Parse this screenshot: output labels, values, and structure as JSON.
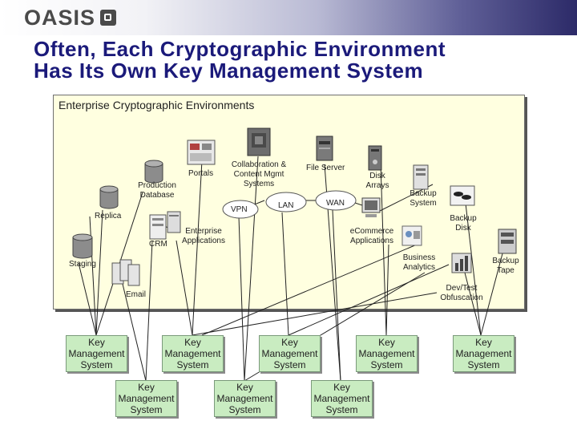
{
  "header": {
    "logo_text": "OASIS"
  },
  "title": {
    "line1": "Often, Each Cryptographic Environment",
    "line2": "Has Its Own Key Management System"
  },
  "environment": {
    "title": "Enterprise Cryptographic Environments",
    "labels": {
      "portals": "Portals",
      "collab_1": "Collaboration &",
      "collab_2": "Content Mgmt",
      "collab_3": "Systems",
      "file_server": "File Server",
      "disk_arrays_1": "Disk",
      "disk_arrays_2": "Arrays",
      "production_db_1": "Production",
      "production_db_2": "Database",
      "backup_system_1": "Backup",
      "backup_system_2": "System",
      "vpn": "VPN",
      "lan": "LAN",
      "wan": "WAN",
      "replica": "Replica",
      "backup_disk_1": "Backup",
      "backup_disk_2": "Disk",
      "enterprise_apps_1": "Enterprise",
      "enterprise_apps_2": "Applications",
      "ecommerce_1": "eCommerce",
      "ecommerce_2": "Applications",
      "crm": "CRM",
      "business_analytics_1": "Business",
      "business_analytics_2": "Analytics",
      "backup_tape_1": "Backup",
      "backup_tape_2": "Tape",
      "staging": "Staging",
      "devtest_1": "Dev/Test",
      "devtest_2": "Obfuscation",
      "email": "Email"
    }
  },
  "kms": {
    "line1": "Key",
    "line2": "Management",
    "line3": "System"
  },
  "colors": {
    "title": "#1b1a7a",
    "env_background": "#ffffe0",
    "kms_background": "#c9ecc1"
  }
}
